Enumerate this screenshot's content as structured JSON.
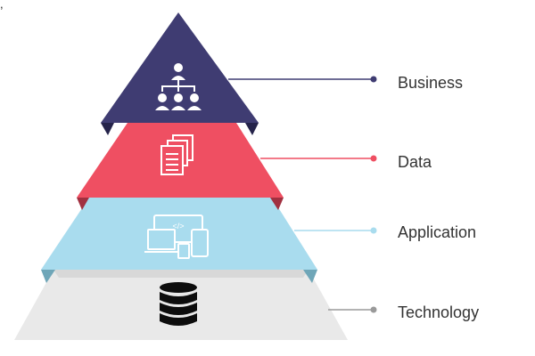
{
  "corner_mark": ",",
  "layers": [
    {
      "id": "business",
      "label": "Business",
      "color": "#3f3c72",
      "shadow": "#2a2752",
      "line_color": "#3f3c72",
      "icon": "org-chart-icon"
    },
    {
      "id": "data",
      "label": "Data",
      "color": "#ef4f62",
      "shadow": "#b8394a",
      "line_color": "#ef4f62",
      "icon": "documents-icon"
    },
    {
      "id": "application",
      "label": "Application",
      "color": "#a9dcee",
      "shadow": "#7fb4c6",
      "line_color": "#a9dcee",
      "icon": "devices-icon"
    },
    {
      "id": "technology",
      "label": "Technology",
      "color": "#e9e9e9",
      "shadow": "#c9c9c9",
      "line_color": "#9a9a9a",
      "icon": "database-icon"
    }
  ],
  "application_icon_text": "</>"
}
